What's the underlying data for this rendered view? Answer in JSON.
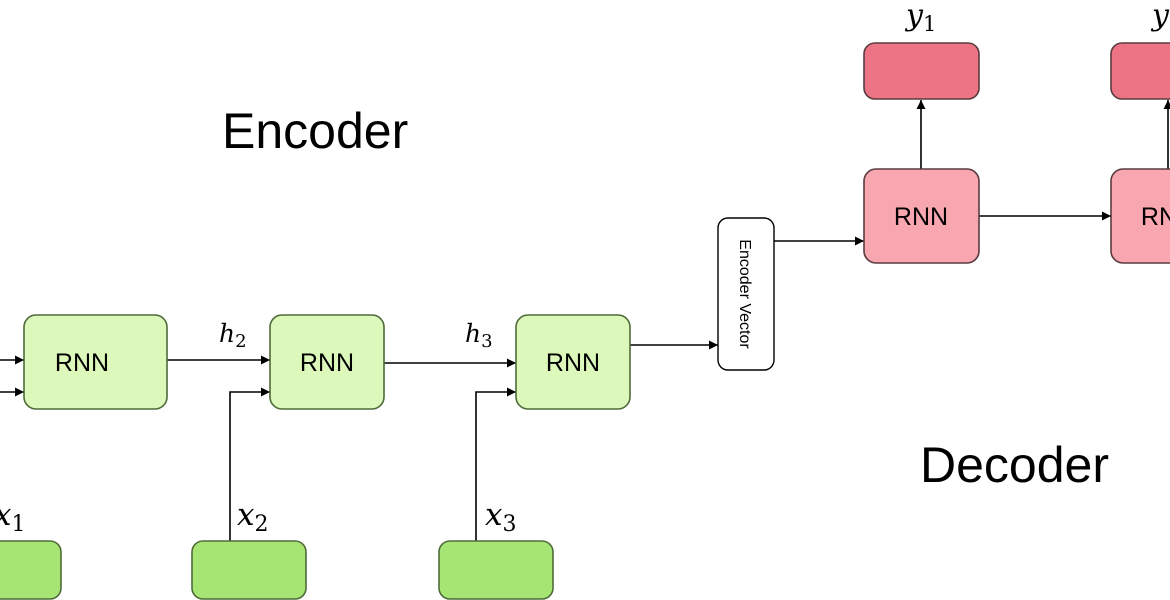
{
  "title_encoder": "Encoder",
  "title_decoder": "Decoder",
  "encoder_vector_label": "Encoder Vector",
  "colors": {
    "encoder_rnn_fill": "#dcf8bb",
    "encoder_rnn_stroke": "#4f6b39",
    "input_fill": "#a6e574",
    "decoder_rnn_fill": "#f8a7b0",
    "decoder_rnn_stroke": "#5a3b3f",
    "output_fill": "#ec7485",
    "line": "#000000"
  },
  "encoder": {
    "cells": [
      {
        "label": "RNN"
      },
      {
        "label": "RNN"
      },
      {
        "label": "RNN"
      }
    ],
    "inputs": [
      {
        "var": "x",
        "sub": "1"
      },
      {
        "var": "x",
        "sub": "2"
      },
      {
        "var": "x",
        "sub": "3"
      }
    ],
    "hidden": [
      {
        "var": "h",
        "sub": "2"
      },
      {
        "var": "h",
        "sub": "3"
      }
    ]
  },
  "decoder": {
    "cells": [
      {
        "label": "RNN"
      },
      {
        "label": "RNN"
      }
    ],
    "outputs": [
      {
        "var": "y",
        "sub": "1"
      },
      {
        "var": "y",
        "sub": ""
      }
    ]
  }
}
